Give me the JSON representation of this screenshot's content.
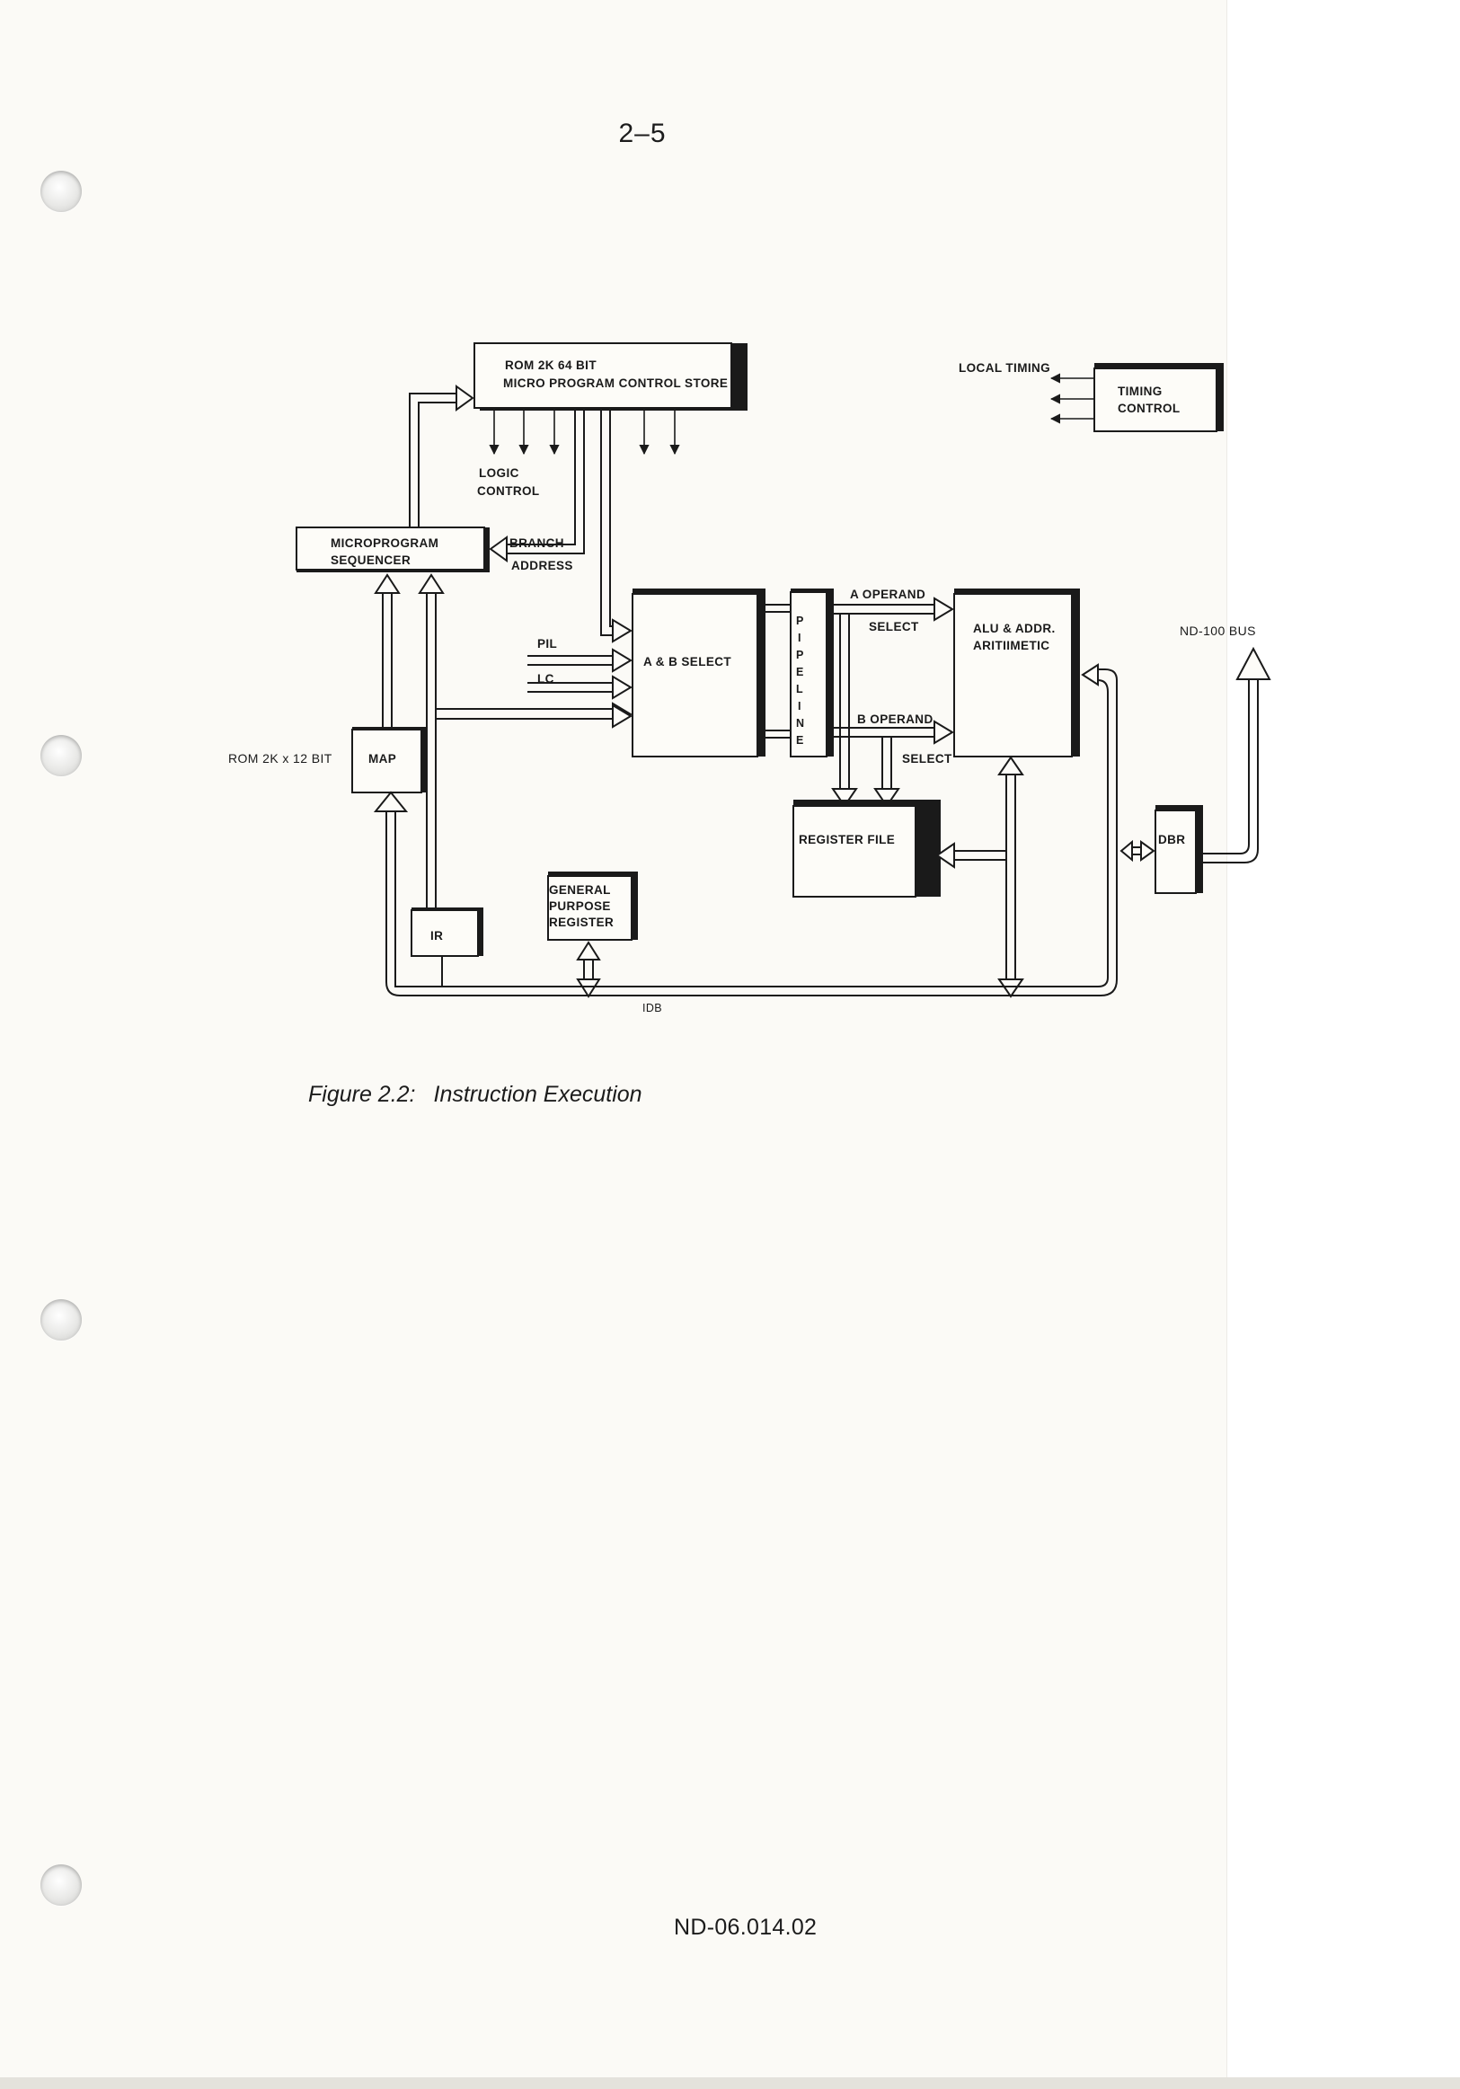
{
  "page_number": "2–5",
  "diagram": {
    "rom_control_store": [
      "ROM 2K 64 BIT",
      "MICRO PROGRAM CONTROL STORE"
    ],
    "logic_control": [
      "LOGIC",
      "CONTROL"
    ],
    "local_timing": "LOCAL TIMING",
    "timing_control": [
      "TIMING",
      "CONTROL"
    ],
    "microprogram_sequencer": [
      "MICROPROGRAM",
      "SEQUENCER"
    ],
    "branch_address": [
      "BRANCH",
      "ADDRESS"
    ],
    "pil": "PIL",
    "lc": "LC",
    "ab_select": "A & B SELECT",
    "pipeline": [
      "P",
      "I",
      "P",
      "E",
      "L",
      "I",
      "N",
      "E"
    ],
    "a_operand": "A OPERAND",
    "select_a": "SELECT",
    "b_operand": "B OPERAND",
    "select_b": "SELECT",
    "alu": [
      "ALU & ADDR.",
      "ARITIIMETIC"
    ],
    "nd100_bus": "ND-100 BUS",
    "rom_map_label": "ROM 2K x 12 BIT",
    "map": "MAP",
    "register_file": "REGISTER FILE",
    "dbr": "DBR",
    "gpr": [
      "GENERAL",
      "PURPOSE",
      "REGISTER"
    ],
    "ir": "IR",
    "idb": "IDB"
  },
  "caption": {
    "number": "Figure 2.2:",
    "title": "Instruction Execution"
  },
  "doc_id": "ND-06.014.02"
}
